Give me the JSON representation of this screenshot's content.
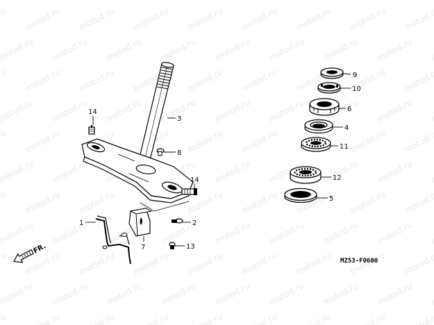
{
  "watermark": "motod.ru",
  "diagram_code": "MZ53-F0600",
  "direction_label": "FR.",
  "callouts": [
    {
      "id": "1",
      "label": "1"
    },
    {
      "id": "2",
      "label": "2"
    },
    {
      "id": "3",
      "label": "3"
    },
    {
      "id": "4",
      "label": "4"
    },
    {
      "id": "5",
      "label": "5"
    },
    {
      "id": "6",
      "label": "6"
    },
    {
      "id": "7",
      "label": "7"
    },
    {
      "id": "8",
      "label": "8"
    },
    {
      "id": "9",
      "label": "9"
    },
    {
      "id": "10",
      "label": "10"
    },
    {
      "id": "11",
      "label": "11"
    },
    {
      "id": "12",
      "label": "12"
    },
    {
      "id": "13",
      "label": "13"
    },
    {
      "id": "14a",
      "label": "14"
    },
    {
      "id": "14b",
      "label": "14"
    }
  ]
}
